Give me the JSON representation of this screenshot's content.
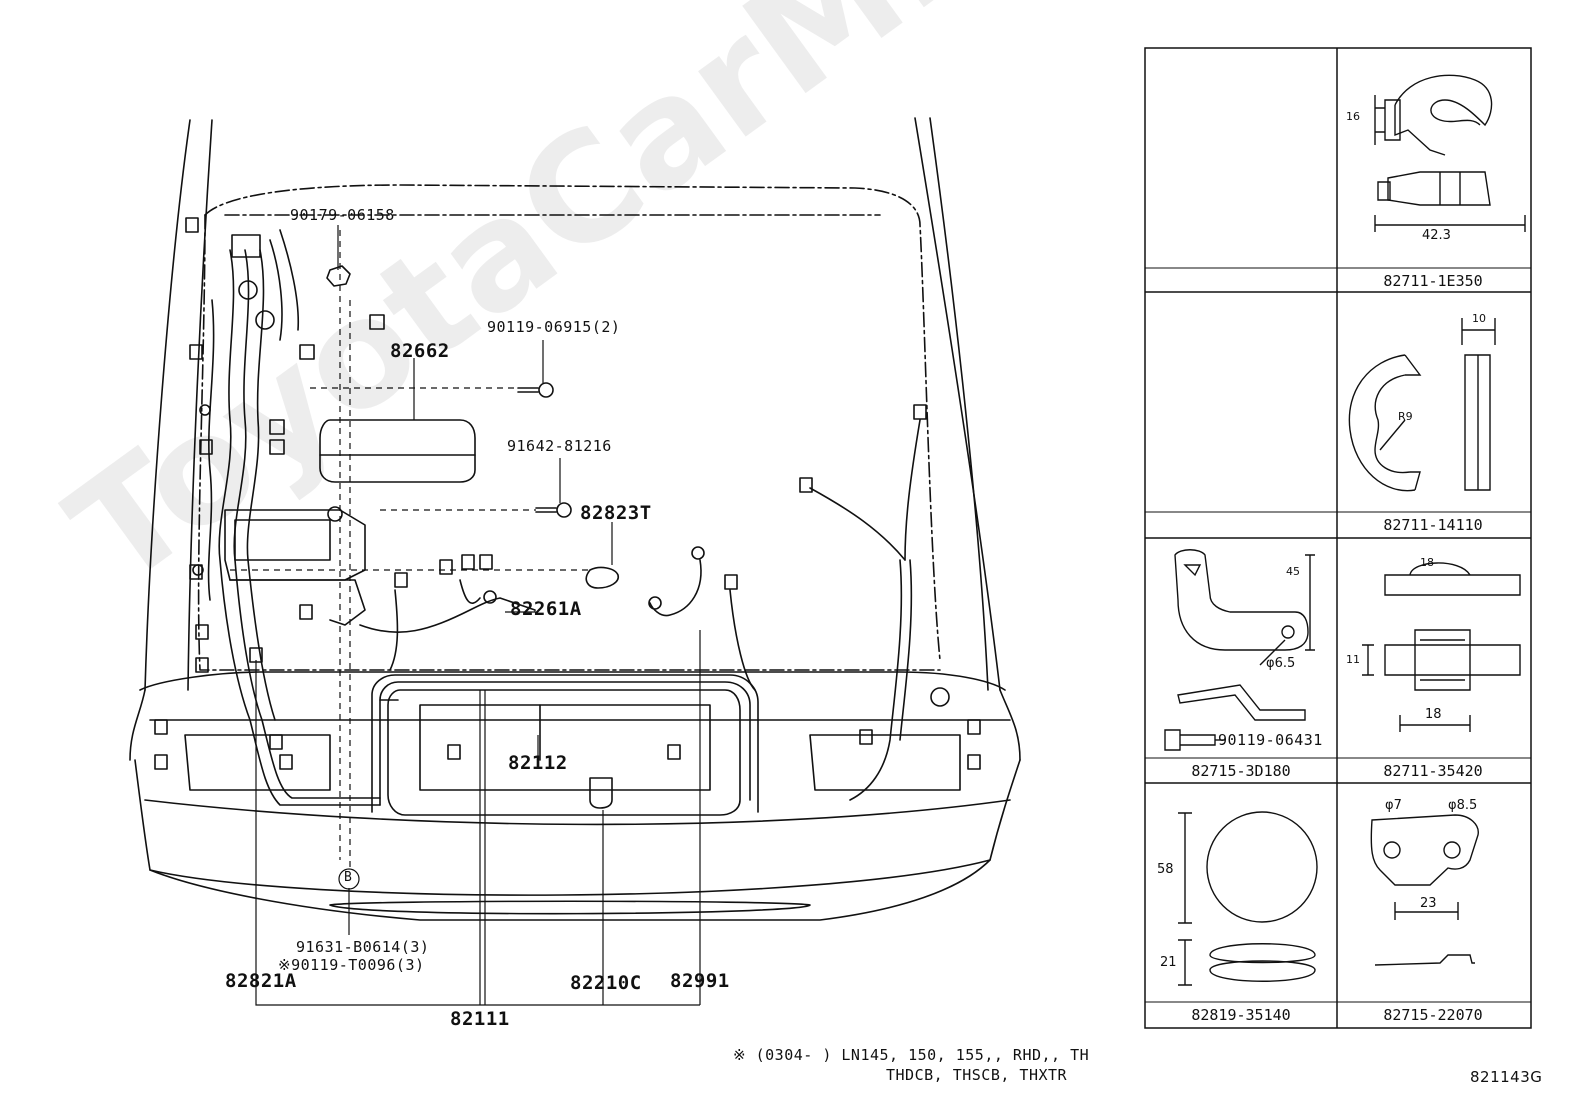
{
  "watermark": "ToyotaCarMine.ru",
  "main_labels": {
    "p90179": "90179-06158",
    "p90119a": "90119-06915(2)",
    "p82662": "82662",
    "p91642": "91642-81216",
    "p82823T": "82823T",
    "p82261A": "82261A",
    "p82112": "82112",
    "pB": "B",
    "p91631": "91631-B0614(3)",
    "p90119b": "※90119-T0096(3)",
    "p82821A": "82821A",
    "p82210C": "82210C",
    "p82991": "82991",
    "p82111": "82111"
  },
  "parts_grid": {
    "cells": [
      {
        "caption": ""
      },
      {
        "caption": "82711-1E350"
      },
      {
        "caption": ""
      },
      {
        "caption": "82711-14110"
      },
      {
        "caption": "82715-3D180"
      },
      {
        "caption": "82711-35420"
      },
      {
        "caption": "82819-35140"
      },
      {
        "caption": "82715-22070"
      }
    ],
    "dimensions": {
      "d16": "16",
      "d423": "42.3",
      "d10": "10",
      "dR9": "R9",
      "d45": "45",
      "d65": "φ6.5",
      "dsub": "90119-06431",
      "d18a": "18",
      "d11": "11",
      "d18b": "18",
      "d7": "φ7",
      "d85": "φ8.5",
      "d23": "23",
      "d58": "58",
      "d21": "21"
    }
  },
  "footer": {
    "note_line1": "※ (0304-       ) LN145, 150, 155,, RHD,, TH",
    "note_line2": "THDCB, THSCB, THXTR",
    "figure_code": "821143G"
  },
  "colors": {
    "ink": "#111111",
    "background": "#ffffff"
  }
}
